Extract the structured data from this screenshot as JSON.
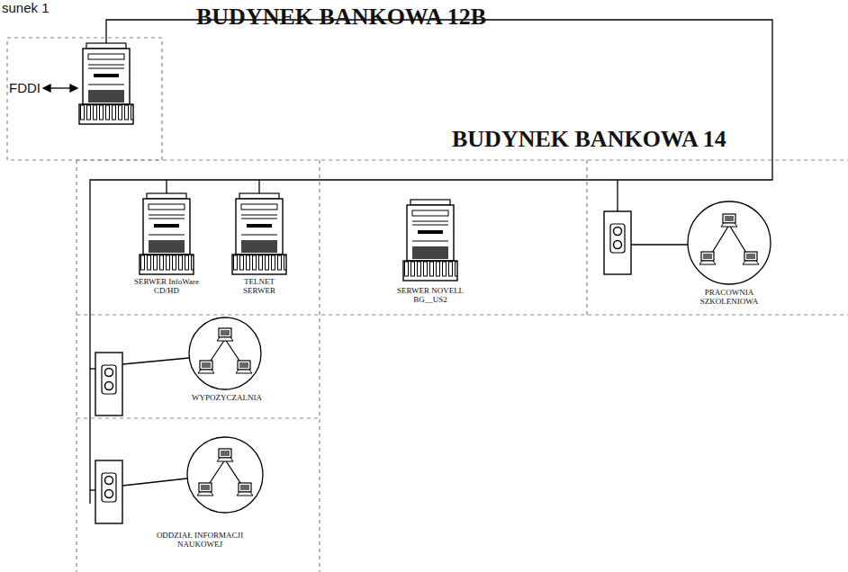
{
  "diagram": {
    "nodes": [
      {
        "text": [
          "SERWER InfoWare CD/HD"
        ]
      },
      {
        "text": [
          "TELNET SERWER"
        ]
      },
      {
        "text": [
          "SERWER NOVELL BG__US2"
        ]
      },
      {
        "text": [
          "PRACOWNIA SZKOLENIOWA"
        ]
      },
      {
        "text": [
          "WYPOŻYCZALNIA"
        ]
      },
      {
        "text": [
          "ODDZIAŁ INFORMACJI NAUKOWEJ"
        ]
      }
    ],
    "labels": [
      "sunek 1",
      "BUDYNEK BANKOWA 12B",
      "BUDYNEK BANKOWA 14",
      "FDDI"
    ]
  }
}
